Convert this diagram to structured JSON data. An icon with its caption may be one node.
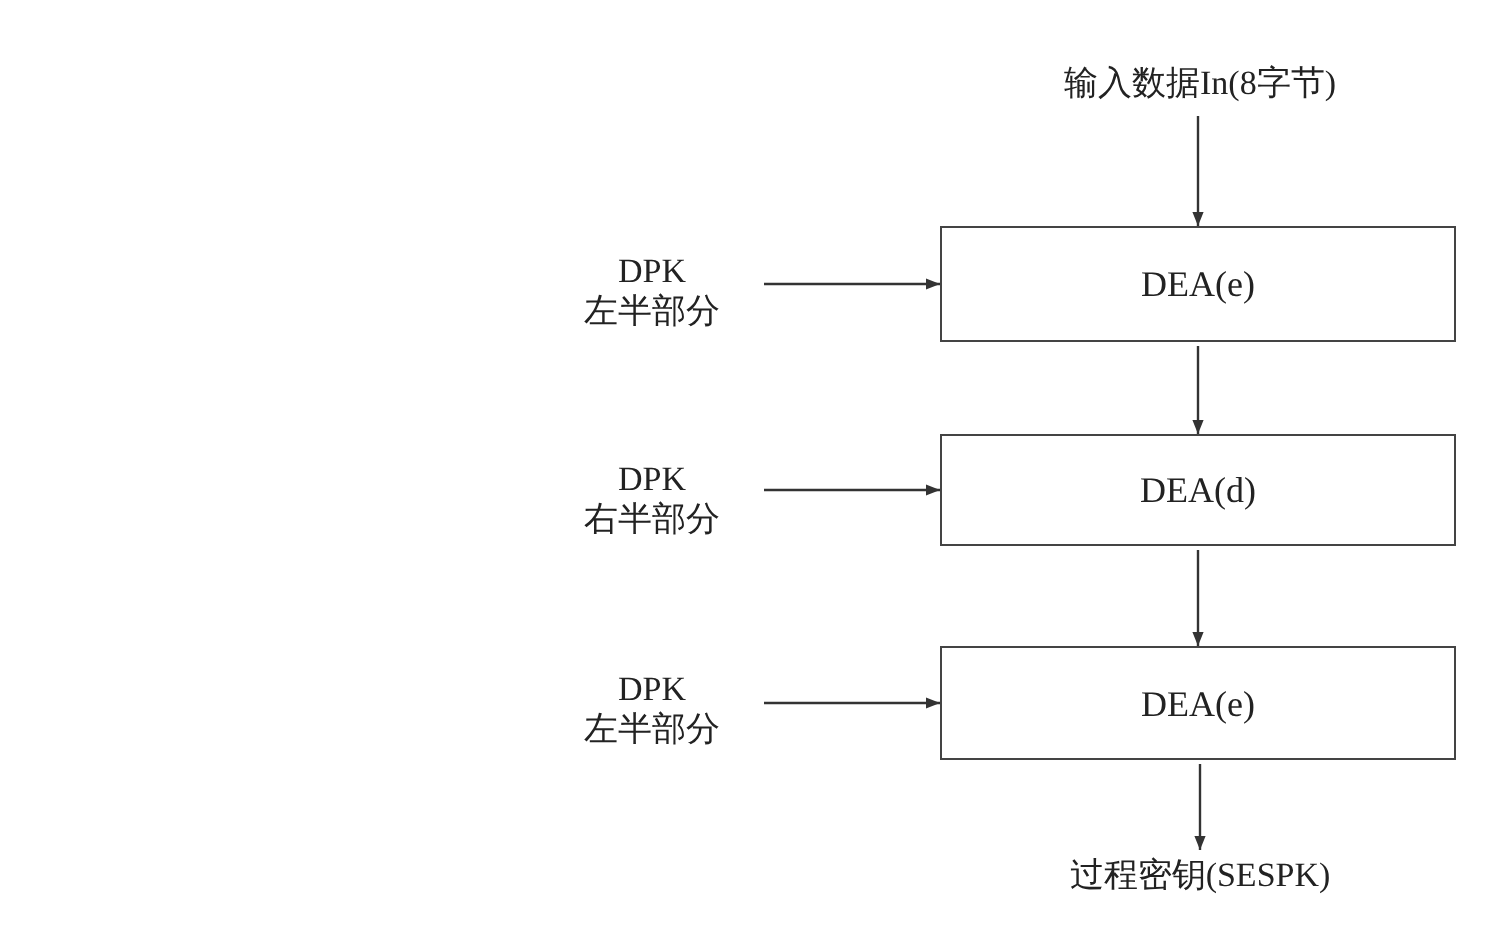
{
  "diagram": {
    "nodes": [
      {
        "text": [
          "输入数据In(8字节)"
        ]
      },
      {
        "text": [
          "DPK",
          "左半部分"
        ]
      },
      {
        "text": [
          "DEA(e)"
        ]
      },
      {
        "text": [
          "DPK",
          "右半部分"
        ]
      },
      {
        "text": [
          "DEA(d)"
        ]
      },
      {
        "text": [
          "DPK",
          "左半部分"
        ]
      },
      {
        "text": [
          "DEA(e)"
        ]
      },
      {
        "text": [
          "过程密钥(SESPK)"
        ]
      }
    ],
    "edges": [
      {
        "from": 0,
        "to": 2,
        "arrow": "to"
      },
      {
        "from": 1,
        "to": 2,
        "arrow": "to"
      },
      {
        "from": 2,
        "to": 4,
        "arrow": "to"
      },
      {
        "from": 3,
        "to": 4,
        "arrow": "to"
      },
      {
        "from": 4,
        "to": 6,
        "arrow": "to"
      },
      {
        "from": 5,
        "to": 6,
        "arrow": "to"
      },
      {
        "from": 6,
        "to": 7,
        "arrow": "to"
      }
    ]
  }
}
